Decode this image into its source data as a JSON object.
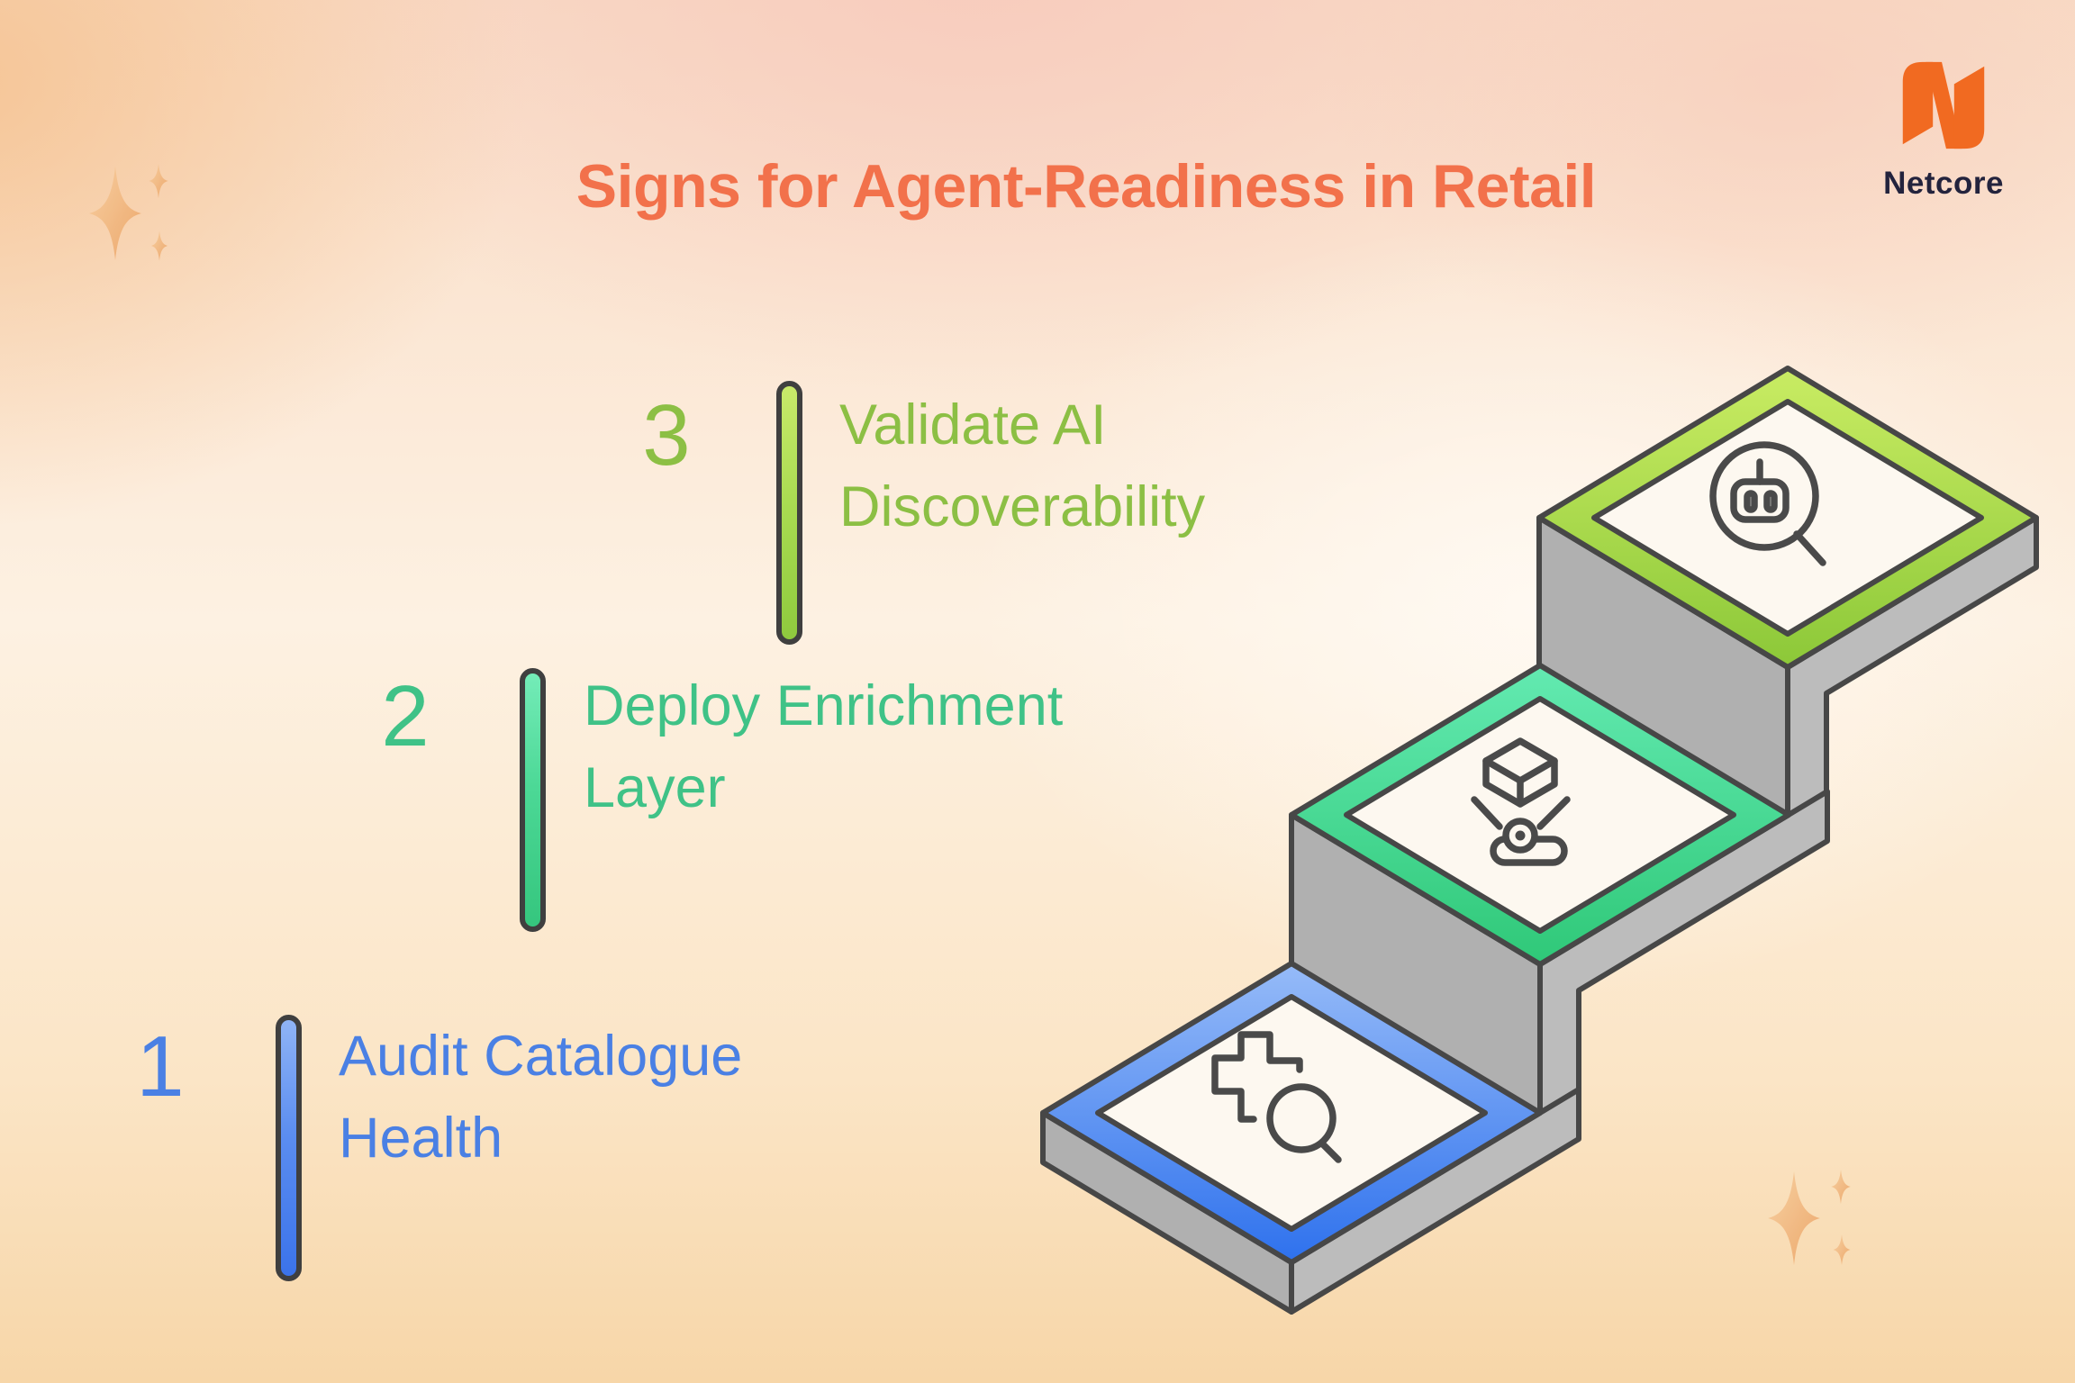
{
  "title": "Signs for Agent-Readiness in Retail",
  "brand": {
    "name": "Netcore",
    "logo_icon": "netcore-n-icon",
    "logo_color": "#f16a21",
    "text_color": "#23233d"
  },
  "steps": [
    {
      "number": "1",
      "label_line1": "Audit Catalogue",
      "label_line2": "Health",
      "accent": "#4a80e4",
      "icon": "health-audit-magnifier-icon"
    },
    {
      "number": "2",
      "label_line1": "Deploy Enrichment",
      "label_line2": "Layer",
      "accent": "#3fc287",
      "icon": "hologram-cube-icon"
    },
    {
      "number": "3",
      "label_line1": "Validate AI",
      "label_line2": "Discoverability",
      "accent": "#8cbf44",
      "icon": "robot-search-icon"
    }
  ],
  "colors": {
    "title": "#f2714b",
    "step1_accent": "#4a80e4",
    "step2_accent": "#3fc287",
    "step3_accent": "#8cbf44",
    "outline": "#474747",
    "block_grey": "#b5b5b5",
    "tile_face": "#fdf8f0"
  },
  "decorations": [
    "sparkles-top-left",
    "sparkles-bottom-right"
  ]
}
